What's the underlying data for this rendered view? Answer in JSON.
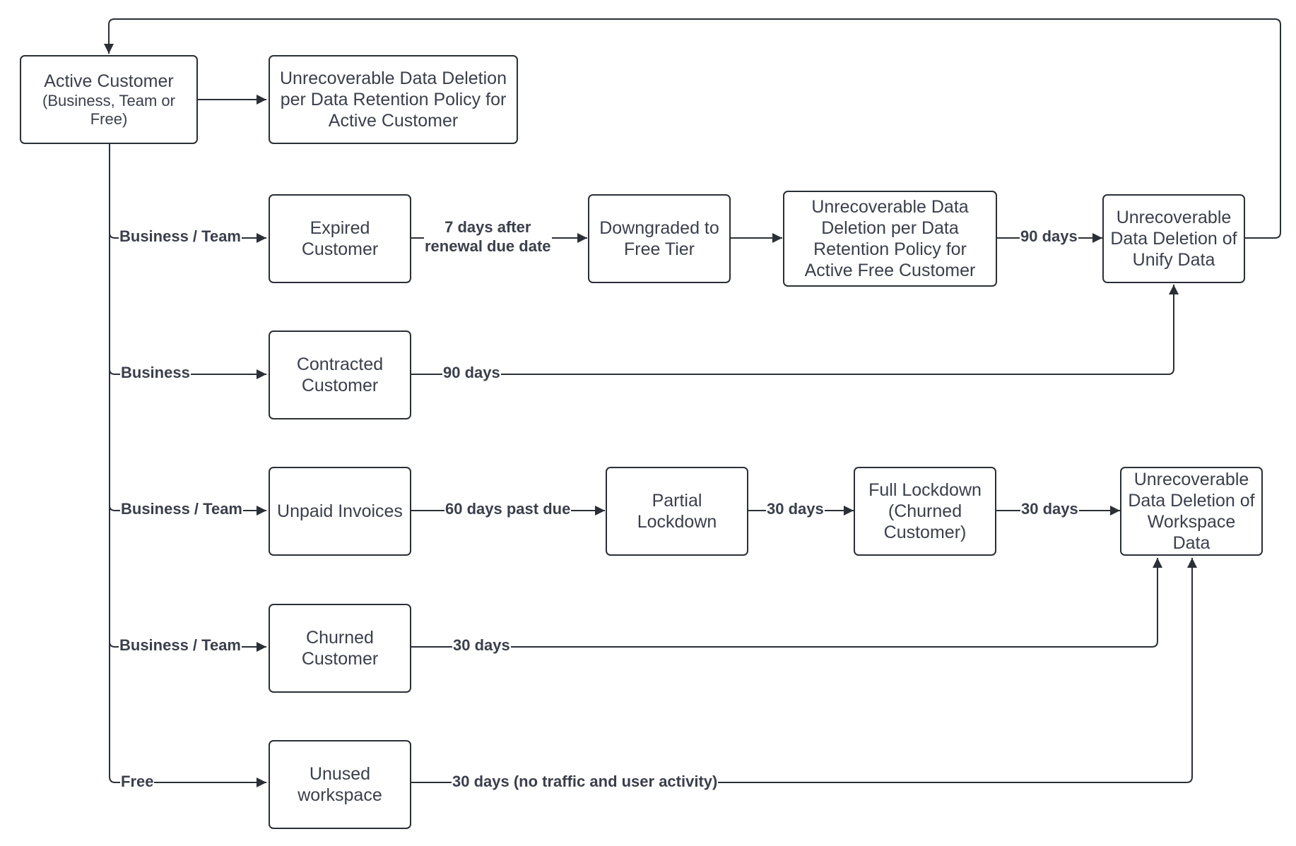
{
  "nodes": {
    "active_customer": {
      "label": "Active Customer",
      "sub": "(Business, Team or Free)"
    },
    "active_retention": {
      "label": "Unrecoverable Data Deletion per Data Retention Policy for Active Customer"
    },
    "expired_customer": {
      "label": "Expired Customer"
    },
    "downgraded": {
      "label": "Downgraded to Free Tier"
    },
    "free_retention": {
      "label": "Unrecoverable Data Deletion per Data Retention Policy for Active Free Customer"
    },
    "unify_deletion": {
      "label": "Unrecoverable Data Deletion of Unify Data"
    },
    "contracted_customer": {
      "label": "Contracted Customer"
    },
    "unpaid_invoices": {
      "label": "Unpaid Invoices"
    },
    "partial_lockdown": {
      "label": "Partial Lockdown"
    },
    "full_lockdown": {
      "label": "Full Lockdown (Churned Customer)"
    },
    "workspace_deletion": {
      "label": "Unrecoverable Data Deletion of Workspace Data"
    },
    "churned_customer": {
      "label": "Churned Customer"
    },
    "unused_workspace": {
      "label": "Unused workspace"
    }
  },
  "edge_labels": {
    "branch_expired": "Business / Team",
    "branch_contracted": "Business",
    "branch_unpaid": "Business / Team",
    "branch_churned": "Business / Team",
    "branch_unused": "Free",
    "expired_to_downgraded_line1": "7 days after",
    "expired_to_downgraded_line2": "renewal due date",
    "free_retention_to_unify": "90 days",
    "contracted_to_unify": "90 days",
    "unpaid_to_partial": "60 days past due",
    "partial_to_full": "30 days",
    "full_to_workspace": "30 days",
    "churned_to_workspace": "30 days",
    "unused_to_workspace": "30 days (no traffic and user activity)"
  },
  "colors": {
    "stroke": "#2b2f36",
    "text": "#3a3f4b",
    "background": "#ffffff"
  }
}
